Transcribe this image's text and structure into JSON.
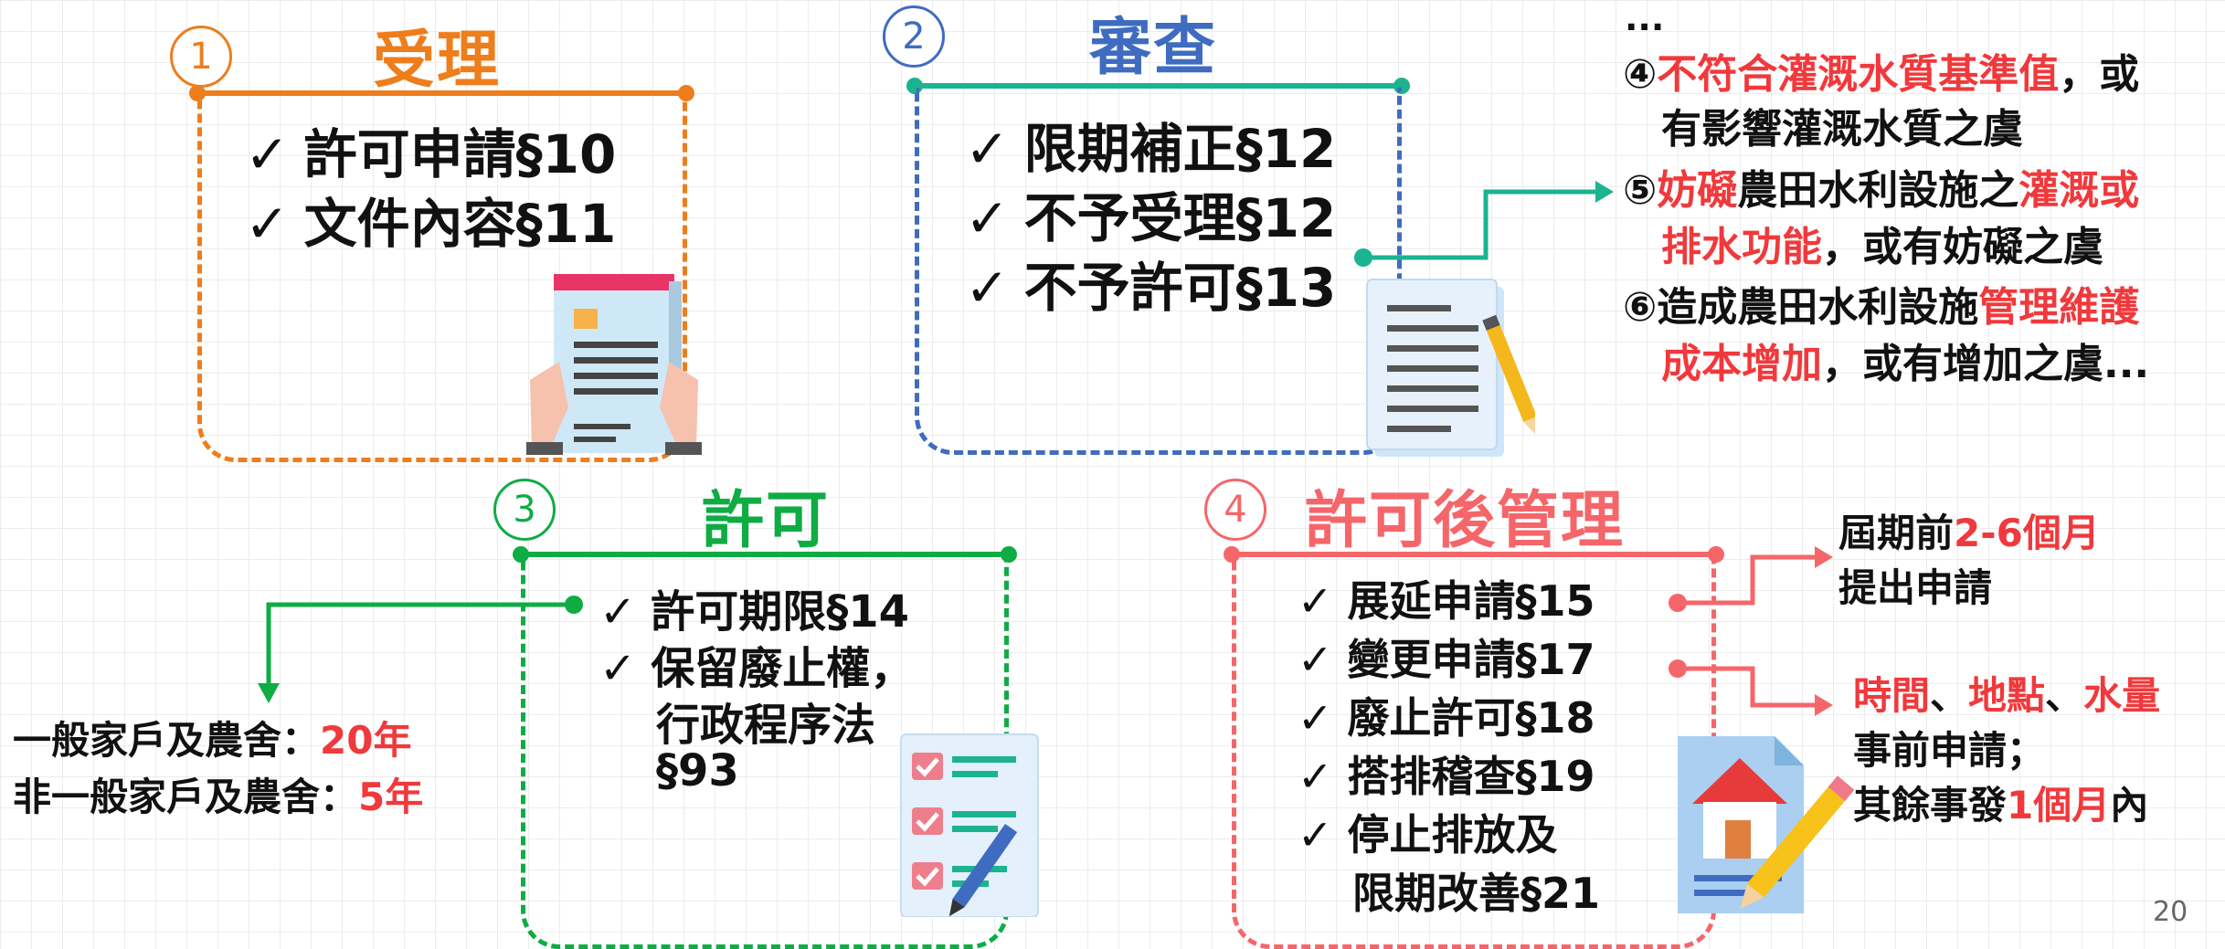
{
  "colors": {
    "step1": "#ee7d1c",
    "step2": "#3f6cc0",
    "step2_bar": "#1bb390",
    "step3": "#0fac44",
    "step4": "#f5666a",
    "red": "#f0393c"
  },
  "steps": [
    {
      "num": "1",
      "title": "受理",
      "items": [
        "許可申請§10",
        "文件內容§11"
      ],
      "icon": "document-in-hands-icon"
    },
    {
      "num": "2",
      "title": "審查",
      "items": [
        "限期補正§12",
        "不予受理§12",
        "不予許可§13"
      ],
      "icon": "document-pencil-icon"
    },
    {
      "num": "3",
      "title": "許可",
      "items": [
        "許可期限§14",
        "保留廢止權，",
        "行政程序法",
        "§93"
      ],
      "icon": "checklist-icon"
    },
    {
      "num": "4",
      "title": "許可後管理",
      "items": [
        "展延申請§15",
        "變更申請§17",
        "廢止許可§18",
        "搭排稽查§19",
        "停止排放及",
        "限期改善§21"
      ],
      "icon": "house-document-icon"
    }
  ],
  "check_mark": "✓",
  "review_notes": {
    "ellipsis": "...",
    "note4": {
      "marker": "④",
      "red": "不符合灌溉水質基準值",
      "rest": "，或",
      "line2": "有影響灌溉水質之虞"
    },
    "note5": {
      "marker": "⑤",
      "red1": "妨礙",
      "mid": "農田水利設施之",
      "red2": "灌溉或",
      "line2_red": "排水功能",
      "line2_rest": "，或有妨礙之虞"
    },
    "note6": {
      "marker": "⑥",
      "mid": "造成農田水利設施",
      "red": "管理維護",
      "line2_red": "成本增加",
      "line2_rest": "，或有增加之虞..."
    }
  },
  "permit_period": {
    "line1_label": "一般家戶及農舍：",
    "line1_value": "20年",
    "line2_label": "非一般家戶及農舍：",
    "line2_value": "5年"
  },
  "extension_note": {
    "prefix": "屆期前",
    "value": "2-6個月",
    "line2": "提出申請"
  },
  "change_note": {
    "time": "時間",
    "sep1": "、",
    "place": "地點",
    "sep2": "、",
    "volume": "水量",
    "line2": "事前申請；",
    "line3_prefix": "其餘事發",
    "line3_value": "1個月",
    "line3_suffix": "內"
  },
  "page_number": "20"
}
